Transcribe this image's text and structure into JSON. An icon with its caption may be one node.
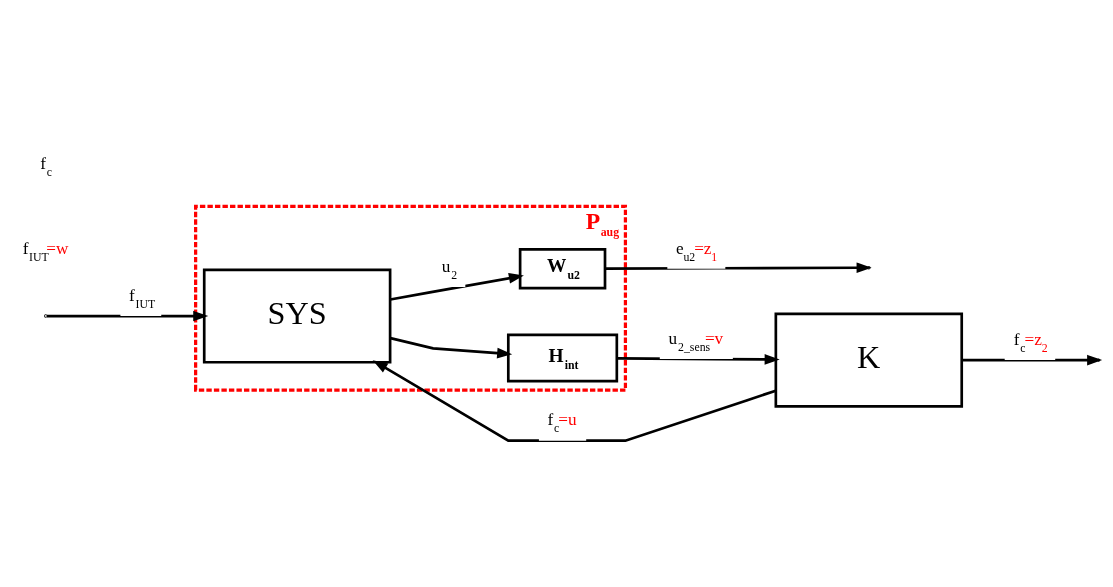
{
  "diagram": {
    "nodes": [
      {
        "text": [
          "P$_{aug}$"
        ]
      },
      {
        "text": [
          "SYS"
        ],
        "in": 0
      },
      {
        "text": [
          "W$_{u2}$"
        ],
        "in": 0
      },
      {
        "text": [
          "H$_{int}$"
        ],
        "in": 0
      },
      {
        "text": [
          "K"
        ]
      }
    ],
    "edges": [
      {
        "from": null,
        "to": 1,
        "arrow": "to",
        "label": "f$_{IUT}$"
      },
      {
        "from": 1,
        "to": 2,
        "arrow": "to",
        "label": "u$_{2}$"
      },
      {
        "from": 1,
        "to": 3,
        "arrow": "to"
      },
      {
        "from": 2,
        "to": null,
        "arrow": "to",
        "label": "e$_{u2}$=z$_{1}$"
      },
      {
        "from": 4,
        "to": 1,
        "arrow": "to",
        "label": "f$_{c}$=u"
      },
      {
        "from": 4,
        "to": null,
        "arrow": "to",
        "label": "f$_{c}$=z$_{2}$"
      },
      {
        "from": 3,
        "to": 4,
        "arrow": "to",
        "label": "u$_{2_sens}$=v"
      }
    ],
    "labels": [
      "f$_{IUT}$=w",
      "f$_{c}$"
    ]
  }
}
